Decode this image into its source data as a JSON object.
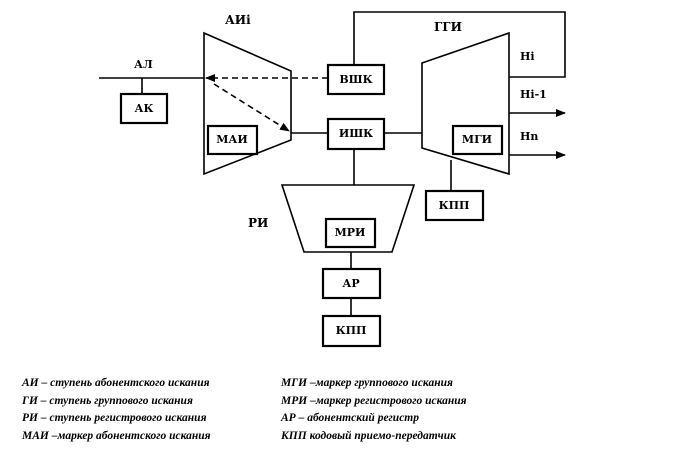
{
  "diagram": {
    "stage_ai": "АИi",
    "stage_gi": "ГГИ",
    "stage_ri": "РИ",
    "line_al": "АЛ",
    "box_ak": "АК",
    "box_mai": "МАИ",
    "box_vshk": "ВШК",
    "box_ishk": "ИШК",
    "box_mgi": "МГИ",
    "box_kpp_gi": "КПП",
    "box_mri": "МРИ",
    "box_ar": "АР",
    "box_kpp_ri": "КПП",
    "out_hi": "Hi",
    "out_hi1": "Hi-1",
    "out_hn": "Hn"
  },
  "legend": {
    "left": [
      "АИ – ступень абонентского искания",
      "ГИ – ступень группового искания",
      "РИ – ступень регистрового искания",
      "МАИ –маркер абонентского искания"
    ],
    "right": [
      "МГИ –маркер группового искания",
      "МРИ –маркер регистрового искания",
      "АР – абонентский регистр",
      "КПП кодовый приемо-передатчик"
    ]
  }
}
